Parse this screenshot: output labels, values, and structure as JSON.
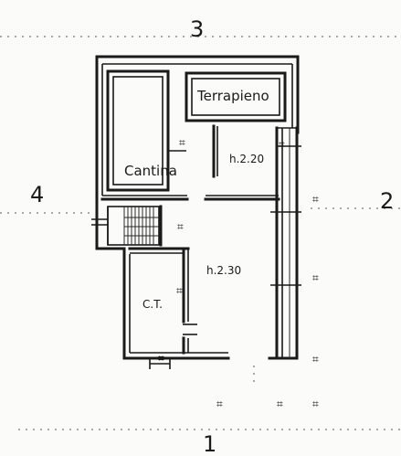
{
  "orientation": {
    "north": "3",
    "east": "2",
    "south": "1",
    "west": "4"
  },
  "rooms": {
    "terrapieno": "Terrapieno",
    "cantina": "Cantina",
    "heating": "C.T."
  },
  "heights": {
    "upper": "h.2.20",
    "lower": "h.2.30"
  },
  "symbols": {
    "pillar-icon": "pillar-icon",
    "stair-icon": "stair-icon"
  }
}
